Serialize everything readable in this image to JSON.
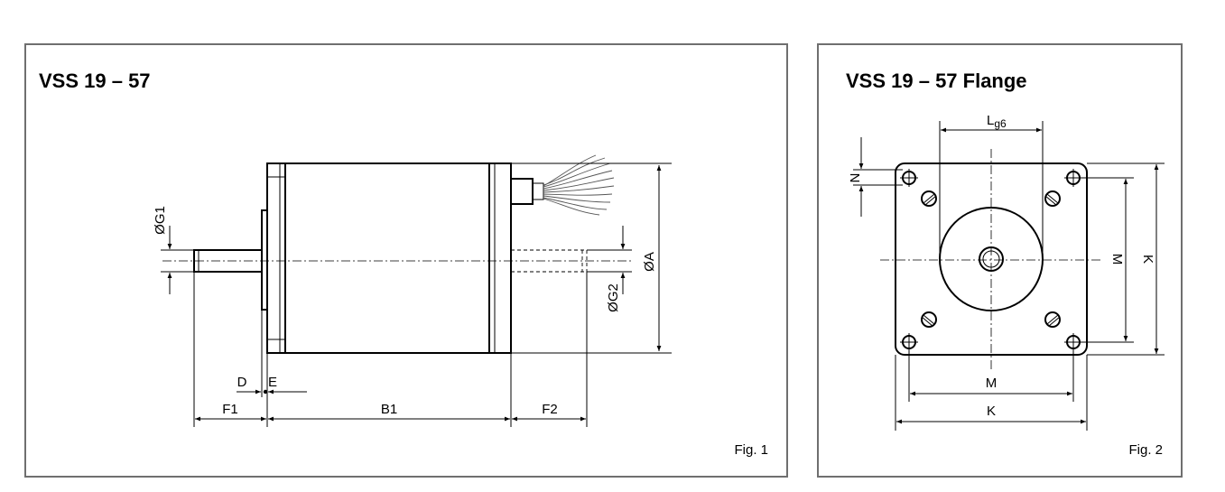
{
  "figure1": {
    "title": "VSS 19 – 57",
    "caption": "Fig. 1",
    "dimensions": {
      "shaft_diameter_front": "ØG1",
      "shaft_diameter_rear": "ØG2",
      "body_diameter": "ØA",
      "flange_offset": "D",
      "flange_thickness": "E",
      "front_shaft_length": "F1",
      "body_length": "B1",
      "rear_shaft_length": "F2"
    }
  },
  "figure2": {
    "title": "VSS 19 – 57 Flange",
    "caption": "Fig. 2",
    "dimensions": {
      "pilot_diameter_main": "L",
      "pilot_diameter_tolerance": "g6",
      "hole_size": "N",
      "hole_spacing_vertical": "M",
      "flange_size_vertical": "K",
      "hole_spacing_horizontal": "M",
      "flange_size_horizontal": "K"
    }
  }
}
